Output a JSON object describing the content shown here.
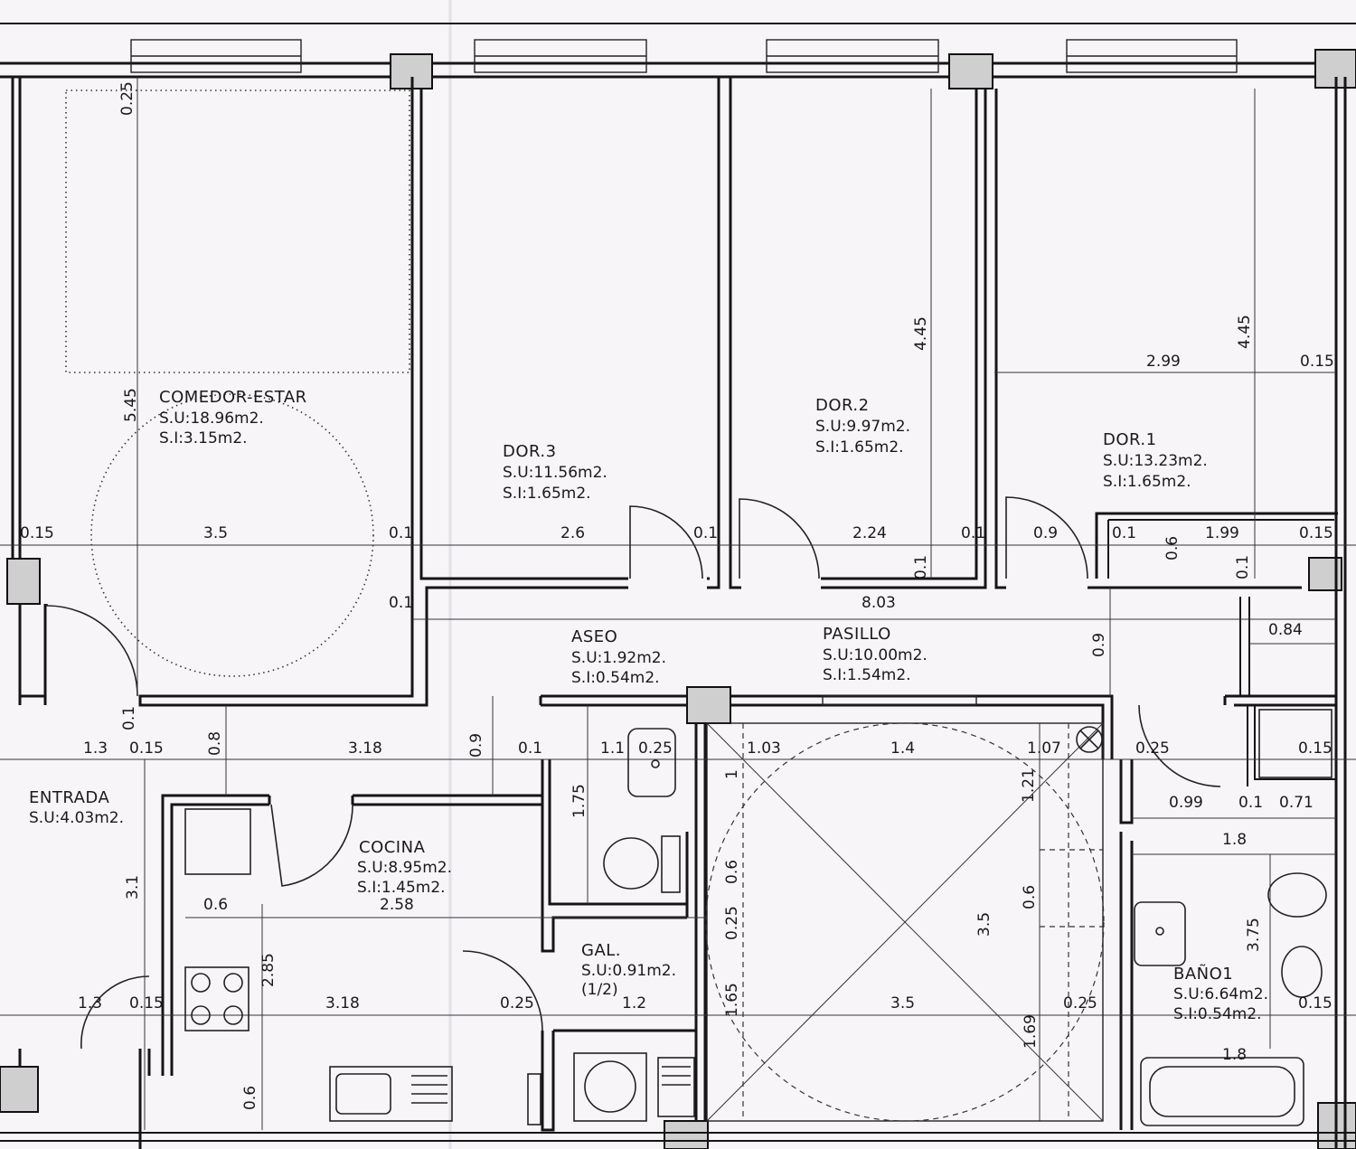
{
  "rooms": {
    "comedor": {
      "name": "COMEDOR-ESTAR",
      "su": "S.U:18.96m2.",
      "si": "S.I:3.15m2."
    },
    "dor3": {
      "name": "DOR.3",
      "su": "S.U:11.56m2.",
      "si": "S.I:1.65m2."
    },
    "dor2": {
      "name": "DOR.2",
      "su": "S.U:9.97m2.",
      "si": "S.I:1.65m2."
    },
    "dor1": {
      "name": "DOR.1",
      "su": "S.U:13.23m2.",
      "si": "S.I:1.65m2."
    },
    "aseo": {
      "name": "ASEO",
      "su": "S.U:1.92m2.",
      "si": "S.I:0.54m2."
    },
    "pasillo": {
      "name": "PASILLO",
      "su": "S.U:10.00m2.",
      "si": "S.I:1.54m2."
    },
    "entrada": {
      "name": "ENTRADA",
      "su": "S.U:4.03m2."
    },
    "cocina": {
      "name": "COCINA",
      "su": "S.U:8.95m2.",
      "si": "S.I:1.45m2."
    },
    "gal": {
      "name": "GAL.",
      "su": "S.U:0.91m2.",
      "note": "(1/2)"
    },
    "bano1": {
      "name": "BAÑO1",
      "su": "S.U:6.64m2.",
      "si": "S.I:0.54m2."
    }
  },
  "dimensions": [
    "0.25",
    "5.45",
    "4.45",
    "4.45",
    "2.99",
    "0.15",
    "0.15",
    "3.5",
    "0.1",
    "2.6",
    "0.1",
    "2.24",
    "0.1",
    "0.9",
    "0.1",
    "0.6",
    "1.99",
    "0.15",
    "0.1",
    "0.1",
    "0.1",
    "8.03",
    "0.9",
    "0.84",
    "0.1",
    "1.3",
    "0.15",
    "0.8",
    "3.18",
    "0.9",
    "0.1",
    "1.1",
    "0.25",
    "1.03",
    "1.4",
    "1.07",
    "0.25",
    "0.15",
    "1.75",
    "1",
    "1.21",
    "0.99",
    "0.1",
    "0.71",
    "1.8",
    "3.1",
    "0.6",
    "2.58",
    "2.85",
    "0.6",
    "0.25",
    "0.6",
    "3.5",
    "3.75",
    "1.3",
    "0.15",
    "3.18",
    "0.25",
    "1.2",
    "1.65",
    "3.5",
    "1.69",
    "0.25",
    "0.15",
    "1.8",
    "0.6"
  ]
}
